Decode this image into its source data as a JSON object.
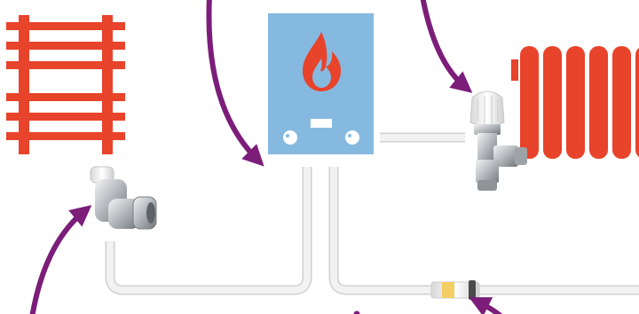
{
  "colors": {
    "background": "#ffffff",
    "towel_rail": "#e8432b",
    "radiator": "#e8432b",
    "boiler_body": "#86b9e0",
    "flame": "#e8432b",
    "boiler_controls": "#ffffff",
    "pipe": "#ececec",
    "pipe_outline": "#d0d0d0",
    "arrow": "#7c1d7a",
    "chrome": "#b8bcc0",
    "fitting_white": "#f4f4f4",
    "connector_band": "#f2c84b"
  },
  "components": [
    {
      "name": "towel-rail",
      "icon": "heated-towel-rail-icon"
    },
    {
      "name": "boiler",
      "icon": "combi-boiler-icon"
    },
    {
      "name": "radiator",
      "icon": "radiator-icon"
    },
    {
      "name": "radiator-valve",
      "icon": "thermostatic-radiator-valve-icon"
    },
    {
      "name": "elbow-fitting",
      "icon": "push-fit-elbow-icon"
    },
    {
      "name": "straight-connector",
      "icon": "straight-connector-icon"
    }
  ]
}
